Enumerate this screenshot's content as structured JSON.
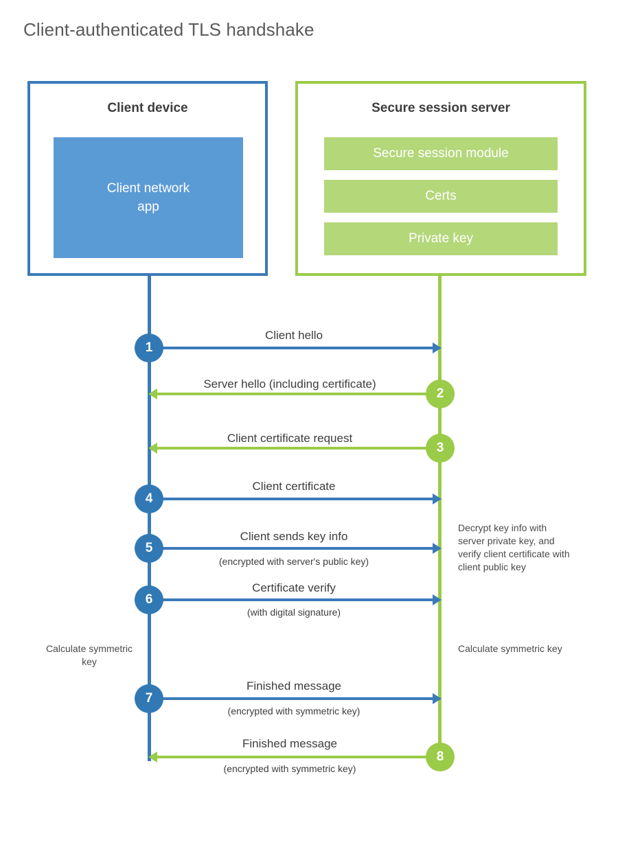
{
  "title": "Client-authenticated TLS handshake",
  "colors": {
    "client_blue": "#3a7ab8",
    "client_badge_blue": "#3179b5",
    "client_app_fill": "#5b9bd5",
    "server_green": "#9acb49",
    "server_block_fill": "#b4d77a",
    "title_gray": "#5a5a5a",
    "text_gray": "#3d3d3d",
    "background": "#ffffff"
  },
  "parties": {
    "client": {
      "title": "Client device",
      "app_label": "Client network\napp",
      "app_label_line1": "Client network",
      "app_label_line2": "app"
    },
    "server": {
      "title": "Secure session server",
      "blocks": [
        {
          "label": "Secure session module"
        },
        {
          "label": "Certs"
        },
        {
          "label": "Private key"
        }
      ]
    }
  },
  "steps": [
    {
      "number": "1",
      "label": "Client hello",
      "sublabel": "",
      "direction": "client-to-server",
      "actor": "client"
    },
    {
      "number": "2",
      "label": "Server hello (including certificate)",
      "sublabel": "",
      "direction": "server-to-client",
      "actor": "server"
    },
    {
      "number": "3",
      "label": "Client certificate request",
      "sublabel": "",
      "direction": "server-to-client",
      "actor": "server"
    },
    {
      "number": "4",
      "label": "Client certificate",
      "sublabel": "",
      "direction": "client-to-server",
      "actor": "client"
    },
    {
      "number": "5",
      "label": "Client sends key info",
      "sublabel": "(encrypted with server's public key)",
      "direction": "client-to-server",
      "actor": "client"
    },
    {
      "number": "6",
      "label": "Certificate verify",
      "sublabel": "(with digital signature)",
      "direction": "client-to-server",
      "actor": "client"
    },
    {
      "number": "7",
      "label": "Finished message",
      "sublabel": "(encrypted with symmetric key)",
      "direction": "client-to-server",
      "actor": "client"
    },
    {
      "number": "8",
      "label": "Finished message",
      "sublabel": "(encrypted with symmetric key)",
      "direction": "server-to-client",
      "actor": "server"
    }
  ],
  "notes": {
    "server_decrypt": "Decrypt key info with server private key, and verify client certificate with client public key",
    "client_calculate": "Calculate symmetric key",
    "server_calculate": "Calculate symmetric key"
  }
}
